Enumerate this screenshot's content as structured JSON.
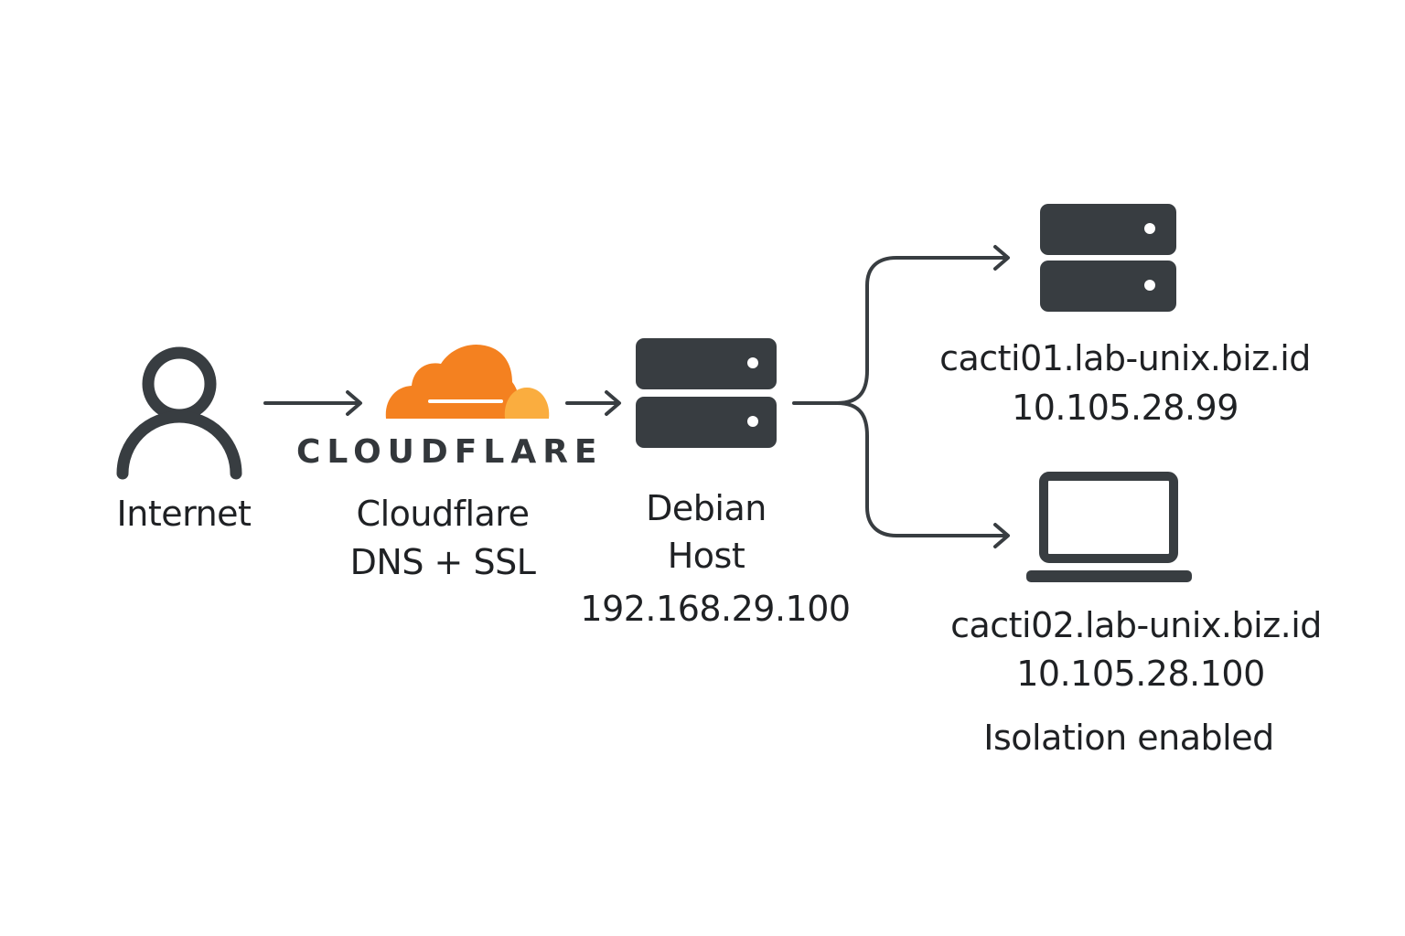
{
  "colors": {
    "icon": "#383d41",
    "accent": "#f48120",
    "accent_light": "#faad3f",
    "text": "#1f2124",
    "background": "#ffffff"
  },
  "nodes": {
    "internet": {
      "icon": "user-icon",
      "label": "Internet"
    },
    "cloudflare": {
      "icon": "cloud-icon",
      "brand": "CLOUDFLARE",
      "line1": "Cloudflare",
      "line2": "DNS + SSL"
    },
    "debian": {
      "icon": "server-icon",
      "line1": "Debian",
      "line2": "Host",
      "ip": "192.168.29.100"
    },
    "cacti01": {
      "icon": "server-icon",
      "hostname": "cacti01.lab-unix.biz.id",
      "ip": "10.105.28.99"
    },
    "cacti02": {
      "icon": "laptop-icon",
      "hostname": "cacti02.lab-unix.biz.id",
      "ip": "10.105.28.100",
      "note": "Isolation enabled"
    }
  },
  "edges": [
    {
      "from": "internet",
      "to": "cloudflare"
    },
    {
      "from": "cloudflare",
      "to": "debian"
    },
    {
      "from": "debian",
      "to": "cacti01"
    },
    {
      "from": "debian",
      "to": "cacti02"
    }
  ]
}
